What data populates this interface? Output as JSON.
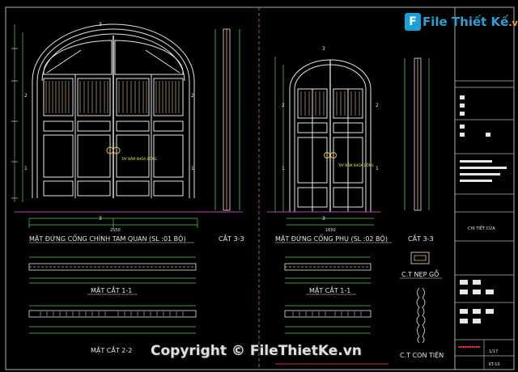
{
  "drawing": {
    "left_panel": {
      "title_main": "MẶT ĐỨNG CỔNG CHÍNH TAM QUAN (SL :01 BỘ)",
      "section_33": "CẮT 3-3",
      "section_11": "MẶT CẮT 1-1",
      "section_22": "MẶT CẮT 2-2",
      "dim_total_width": "2550",
      "note_handle": "TAY NẮM KHÓA ĐỒNG"
    },
    "right_panel": {
      "title_main": "MẶT ĐỨNG CỔNG PHỤ (SL :02 BỘ)",
      "section_33": "CẮT 3-3",
      "section_11": "MẶT CẮT 1-1",
      "detail_nep": "C.T NẸP GỖ",
      "detail_con_tien": "C.T CON TIỆN",
      "dim_total_width": "1650",
      "note_handle": "TAY NẮM KHÓA ĐỒNG"
    },
    "title_block": {
      "sheet_title": "CHI TIẾT CỬA",
      "sheet_code": "KT-10",
      "scale": "1/17"
    },
    "markers": [
      "1",
      "2",
      "3"
    ]
  },
  "watermark": {
    "logo_icon": "F",
    "logo_text": "File Thiết Kế",
    "logo_suffix": ".vn",
    "copyright": "Copyright © FileThietKe.vn"
  }
}
